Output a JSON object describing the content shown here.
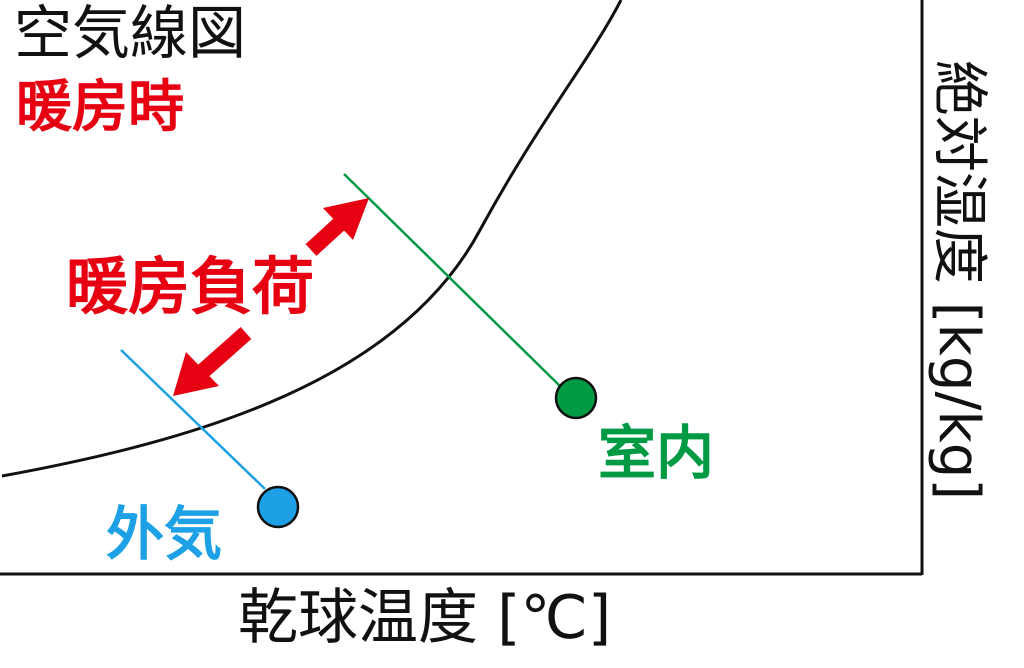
{
  "title": "空気線図",
  "subtitle": "暖房時",
  "load_label": "暖房負荷",
  "indoor_label": "室内",
  "outdoor_label": "外気",
  "x_axis_label": "乾球温度 [℃]",
  "y_axis_label": "絶対湿度 [kg/kg]",
  "colors": {
    "red": "#e60012",
    "green": "#009944",
    "blue": "#1ea0e6",
    "black": "#111111"
  }
}
